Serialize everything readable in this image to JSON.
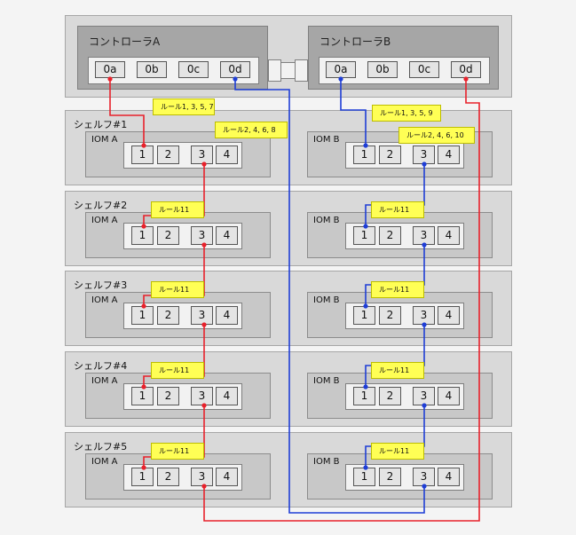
{
  "controllers": [
    {
      "label": "コントローラA",
      "ports": [
        "0a",
        "0b",
        "0c",
        "0d"
      ]
    },
    {
      "label": "コントローラB",
      "ports": [
        "0a",
        "0b",
        "0c",
        "0d"
      ]
    }
  ],
  "shelves": [
    {
      "label": "シェルフ#1",
      "iom_a": "IOM A",
      "iom_b": "IOM B",
      "ports": [
        "1",
        "2",
        "3",
        "4"
      ],
      "note_a": "ルール1, 3, 5, 7",
      "note_b": "ルール1, 3, 5, 9"
    },
    {
      "label": "シェルフ#2",
      "iom_a": "IOM A",
      "iom_b": "IOM B",
      "ports": [
        "1",
        "2",
        "3",
        "4"
      ],
      "note_a": "ルール11",
      "note_b": "ルール11"
    },
    {
      "label": "シェルフ#3",
      "iom_a": "IOM A",
      "iom_b": "IOM B",
      "ports": [
        "1",
        "2",
        "3",
        "4"
      ],
      "note_a": "ルール11",
      "note_b": "ルール11"
    },
    {
      "label": "シェルフ#4",
      "iom_a": "IOM A",
      "iom_b": "IOM B",
      "ports": [
        "1",
        "2",
        "3",
        "4"
      ],
      "note_a": "ルール11",
      "note_b": "ルール11"
    },
    {
      "label": "シェルフ#5",
      "iom_a": "IOM A",
      "iom_b": "IOM B",
      "ports": [
        "1",
        "2",
        "3",
        "4"
      ],
      "note_a": "ルール11",
      "note_b": "ルール11"
    }
  ],
  "extra_notes": {
    "a_0d": "ルール2, 4, 6, 8",
    "b_0d": "ルール2, 4, 6, 10"
  },
  "colors": {
    "path_a": "#e8212b",
    "path_b": "#1f3ed6"
  }
}
